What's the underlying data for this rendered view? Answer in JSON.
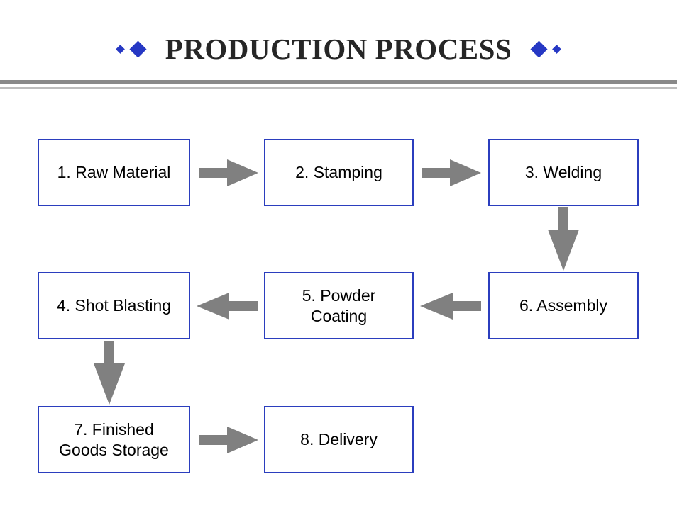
{
  "slide": {
    "title": "PRODUCTION PROCESS",
    "title_color": "#262626",
    "background_color": "#ffffff",
    "box_border_color": "#2B3EBE",
    "arrow_color": "#808080",
    "diamond_color": "#2638C4",
    "divider_thick_color": "#898989",
    "divider_thin_color": "#bdbdbd"
  },
  "decorations": {
    "left_diamond_small": "diamond-small",
    "left_diamond_large": "diamond-large",
    "right_diamond_large": "diamond-large",
    "right_diamond_small": "diamond-small"
  },
  "flow": {
    "steps": [
      {
        "number": "1",
        "label": "1. Raw Material"
      },
      {
        "number": "2",
        "label": "2. Stamping"
      },
      {
        "number": "3",
        "label": "3. Welding"
      },
      {
        "number": "4",
        "label": "4. Shot Blasting"
      },
      {
        "number": "5",
        "label": "5. Powder\nCoating"
      },
      {
        "number": "6",
        "label": "6. Assembly"
      },
      {
        "number": "7",
        "label": "7. Finished\nGoods Storage"
      },
      {
        "number": "8",
        "label": "8. Delivery"
      }
    ],
    "connectors": [
      {
        "from": "1",
        "to": "2",
        "direction": "right"
      },
      {
        "from": "2",
        "to": "3",
        "direction": "right"
      },
      {
        "from": "3",
        "to": "6",
        "direction": "down"
      },
      {
        "from": "6",
        "to": "5",
        "direction": "left"
      },
      {
        "from": "5",
        "to": "4",
        "direction": "left"
      },
      {
        "from": "4",
        "to": "7",
        "direction": "down"
      },
      {
        "from": "7",
        "to": "8",
        "direction": "right"
      }
    ]
  }
}
